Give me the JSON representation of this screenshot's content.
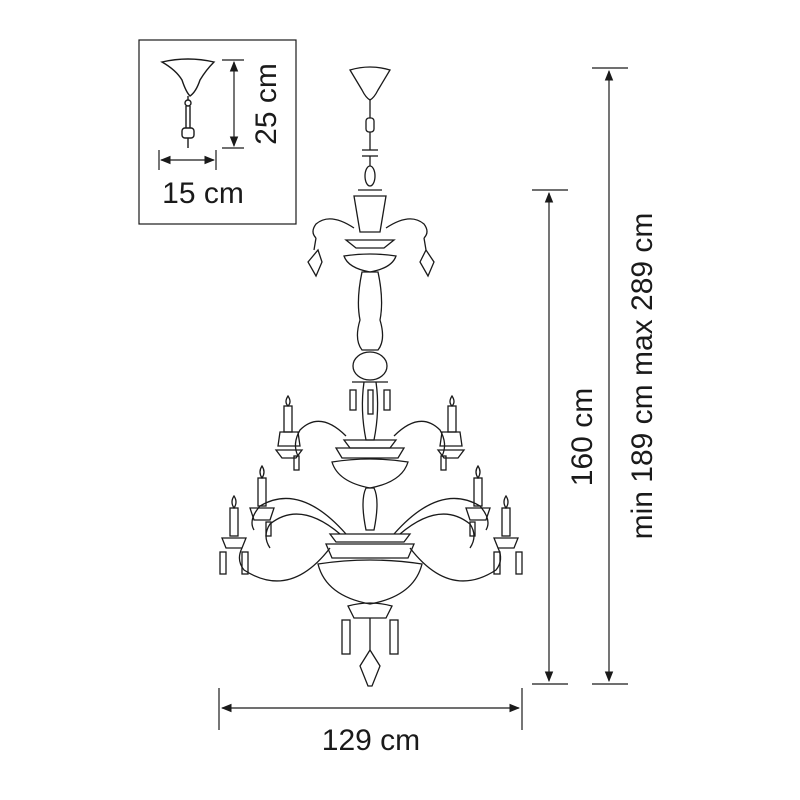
{
  "inset": {
    "height_label": "25 cm",
    "width_label": "15 cm"
  },
  "dimensions": {
    "width_label": "129 cm",
    "height_label": "160 cm",
    "total_height_label": "min 189 cm max 289 cm"
  },
  "colors": {
    "line": "#1a1a1a",
    "background": "#ffffff"
  }
}
